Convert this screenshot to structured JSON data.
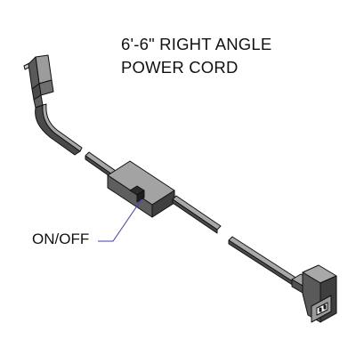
{
  "title": {
    "line1": "6'-6\" RIGHT ANGLE",
    "line2": "POWER CORD"
  },
  "callout": {
    "label": "ON/OFF",
    "color": "#3a3ad6"
  },
  "colors": {
    "cord_top": "#a8a8a8",
    "cord_side": "#4a4a4a",
    "outline": "#111111",
    "switch_body": "#8c8c8c",
    "switch_dark": "#3f3f3f",
    "prong": "#c9c9c9"
  }
}
